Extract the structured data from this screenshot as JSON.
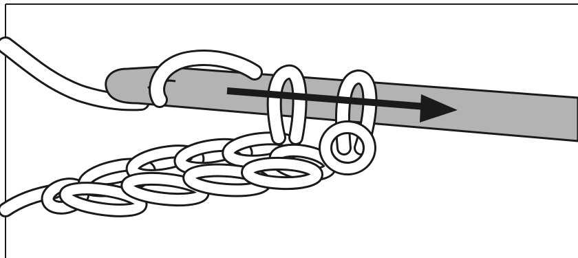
{
  "diagram": {
    "kind": "crochet-technique-illustration",
    "colors": {
      "outline": "#1a1a1a",
      "yarn_fill": "#ffffff",
      "hook_fill": "#b3b3b3",
      "arrow": "#1a1a1a",
      "background": "#ffffff"
    },
    "elements": {
      "hook": "crochet-hook",
      "working_yarn": "yarn-strand",
      "foundation_chain": "chain-stitches",
      "loops_on_hook": 2,
      "direction_arrow": "pull-through-arrow"
    }
  }
}
